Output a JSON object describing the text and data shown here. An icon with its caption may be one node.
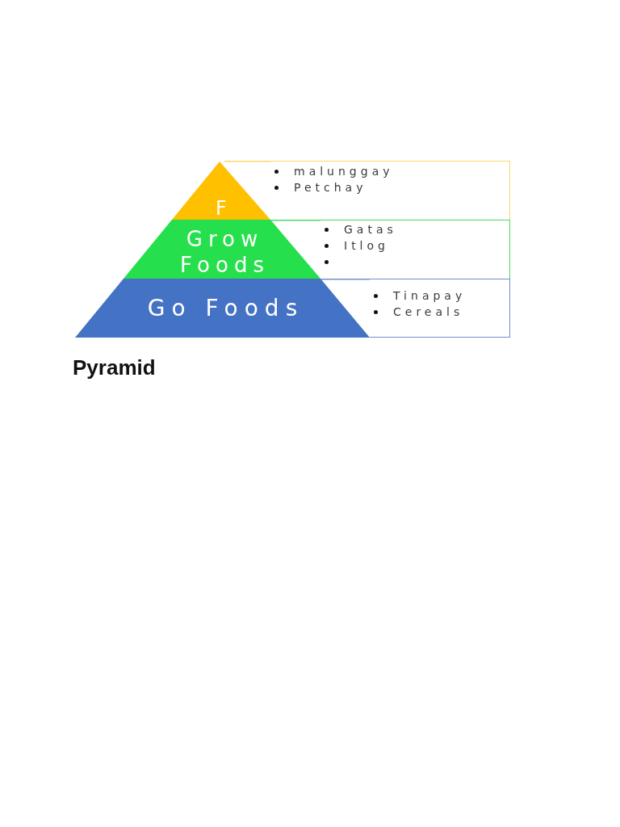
{
  "diagram": {
    "caption": "Pyramid",
    "nodes": [
      {
        "text": [
          "F"
        ]
      },
      {
        "text": [
          "malunggay",
          "Petchay"
        ]
      },
      {
        "text": [
          "Grow Foods"
        ]
      },
      {
        "text": [
          "Gatas",
          "Itlog"
        ]
      },
      {
        "text": [
          "Go Foods"
        ]
      },
      {
        "text": [
          "Tinapay",
          "Cereals"
        ]
      }
    ]
  }
}
